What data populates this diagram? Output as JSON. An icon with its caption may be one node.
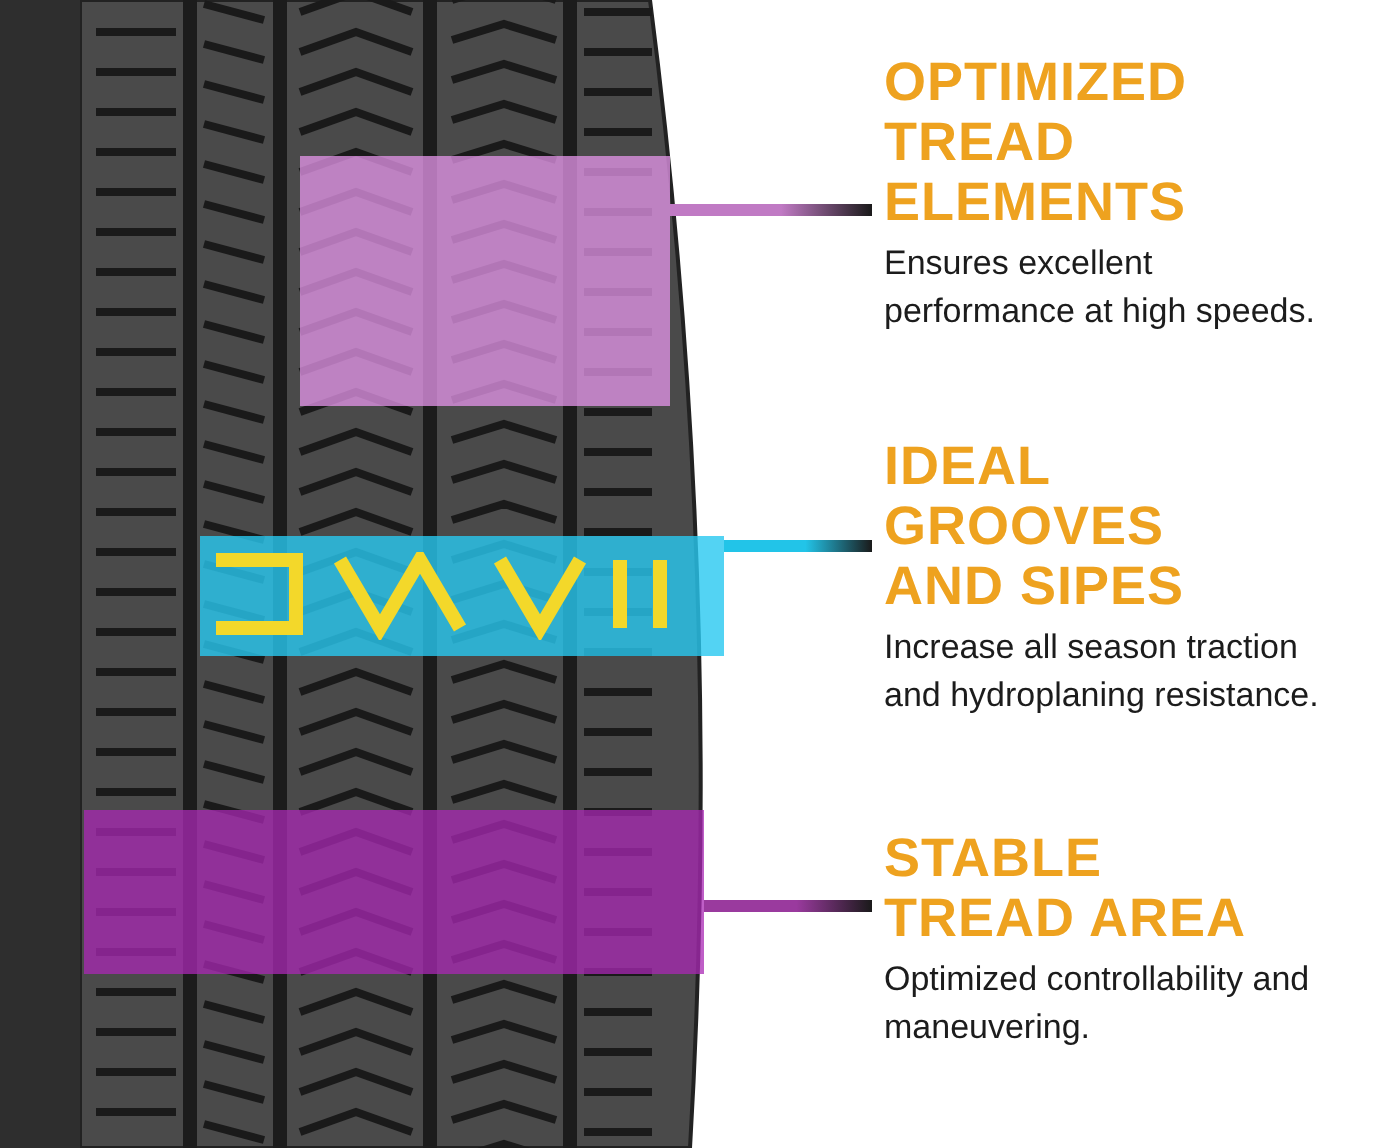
{
  "diagram": {
    "nodes": [
      {
        "text": [
          "OPTIMIZED TREAD ELEMENTS",
          "Ensures excellent performance at high speeds."
        ]
      },
      {
        "text": [
          "IDEAL GROOVES AND SIPES",
          "Increase all season traction and hydroplaning resistance."
        ]
      },
      {
        "text": [
          "STABLE TREAD AREA",
          "Optimized controllability and maneuvering."
        ]
      },
      {
        "text": [],
        "shape": "box"
      },
      {
        "text": [],
        "shape": "box"
      },
      {
        "text": [],
        "shape": "box"
      }
    ],
    "edges": [
      {
        "from": 0,
        "to": 3,
        "arrow": "none",
        "color": "#c07ac4"
      },
      {
        "from": 1,
        "to": 4,
        "arrow": "none",
        "color": "#22c4e8"
      },
      {
        "from": 2,
        "to": 5,
        "arrow": "none",
        "color": "#9a3a9e"
      }
    ]
  }
}
